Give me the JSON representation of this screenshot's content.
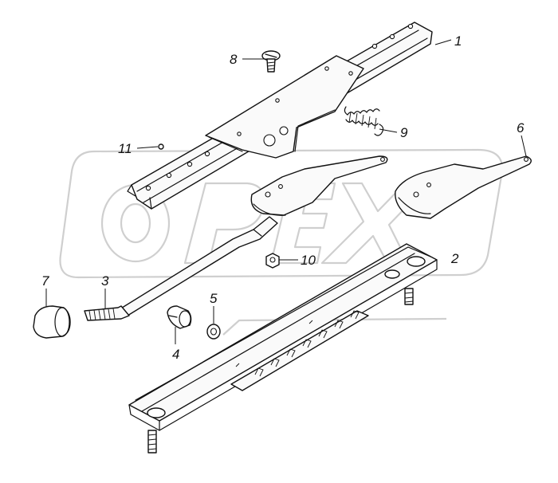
{
  "callouts": [
    "1",
    "2",
    "3",
    "4",
    "5",
    "6",
    "7",
    "8",
    "9",
    "10",
    "11"
  ],
  "watermark": "OPEX"
}
